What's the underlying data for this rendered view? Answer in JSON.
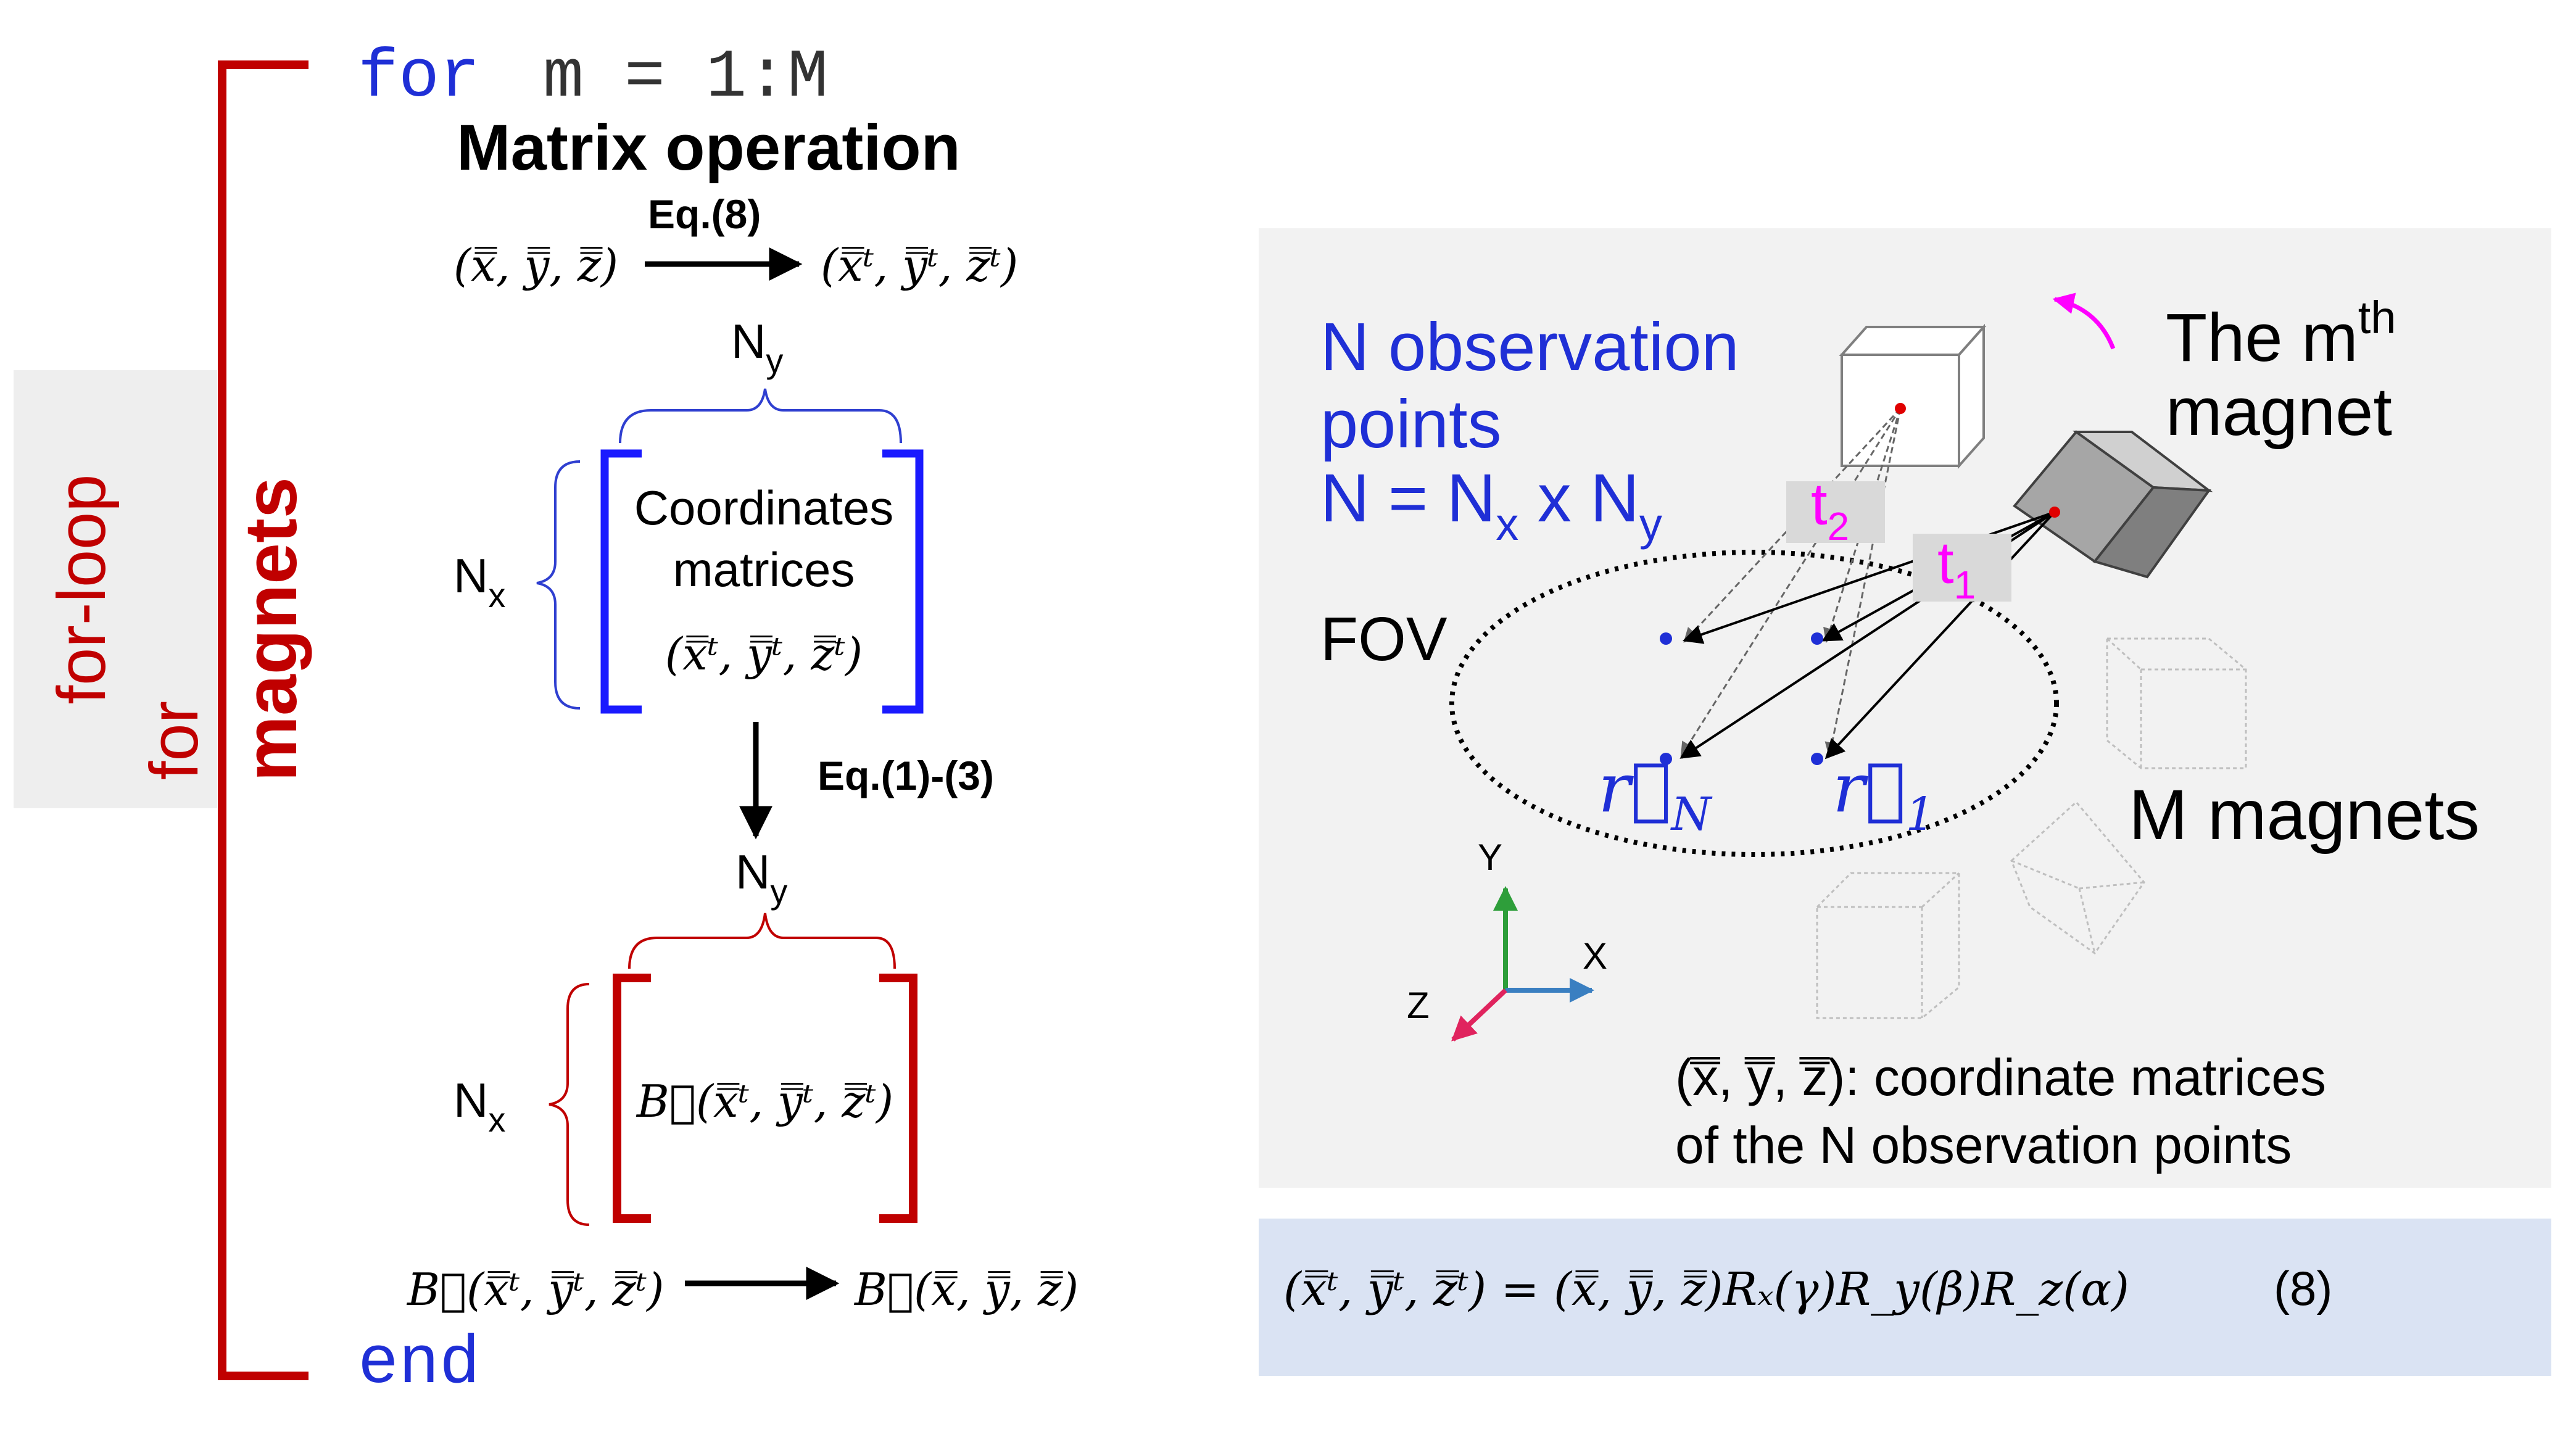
{
  "left_panel": {
    "side_label_loop": "for-loop",
    "side_label_for": "for",
    "side_label_magnets": "magnets",
    "for_keyword": "for",
    "loop_range": "m = 1:M",
    "title": "Matrix operation",
    "eq8_label": "Eq.(8)",
    "coord_in": "(x̿, y̿, z̿)",
    "coord_out": "(x̿ᵗ, y̿ᵗ, z̿ᵗ)",
    "ny_top": "N",
    "ny_sub": "y",
    "nx": "N",
    "nx_sub": "x",
    "coord_matrix_line1": "Coordinates",
    "coord_matrix_line2": "matrices",
    "coord_matrix_line3": "(x̿ᵗ, y̿ᵗ, z̿ᵗ)",
    "eq13_label": "Eq.(1)-(3)",
    "b_matrix": "B⃗(x̿ᵗ, y̿ᵗ, z̿ᵗ)",
    "b_from": "B⃗(x̿ᵗ, y̿ᵗ, z̿ᵗ)",
    "b_to": "B⃗(x̿, y̿, z̿)",
    "end_keyword": "end"
  },
  "right_panel": {
    "obs_line1": "N observation",
    "obs_line2": "points",
    "obs_line3_a": "N = N",
    "obs_line3_x": "x",
    "obs_line3_b": " x N",
    "obs_line3_y": "y",
    "fov": "FOV",
    "magnet_line1": "The m",
    "magnet_sup": "th",
    "magnet_line2": "magnet",
    "t2": "t",
    "t2_sub": "2",
    "t1": "t",
    "t1_sub": "1",
    "rN": "r⃗",
    "rN_sub": "N",
    "r1": "r⃗",
    "r1_sub": "1",
    "m_magnets": "M magnets",
    "axis_y": "Y",
    "axis_x": "X",
    "axis_z": "Z",
    "note_line1": "(x̿, y̿, z̿): coordinate matrices",
    "note_line2": "of the N observation points"
  },
  "equation": {
    "text": "(x̿ᵗ, y̿ᵗ, z̿ᵗ) = (x̿, y̿, z̿)Rₓ(γ)R_y(β)R_z(α)",
    "number": "(8)"
  },
  "colors": {
    "loop_red": "#c00000",
    "keyword_blue": "#1f2fd6",
    "bracket_blue": "#1a1aff",
    "magenta": "#ff00ff",
    "panel_gray": "#f2f2f2",
    "eq_bg": "#dae3f3"
  }
}
